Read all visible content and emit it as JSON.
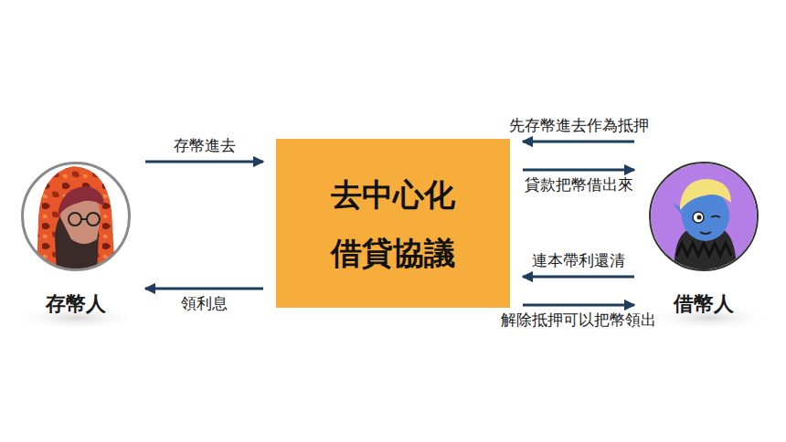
{
  "diagram": {
    "nodes": [
      {
        "text": [
          "存幣人"
        ]
      },
      {
        "text": [
          "去中心化 借貸協議"
        ]
      },
      {
        "text": [
          "借幣人"
        ]
      }
    ],
    "edges": [
      {
        "from": 0,
        "to": 1,
        "label": "存幣進去",
        "arrow": "to"
      },
      {
        "from": 1,
        "to": 0,
        "label": "領利息",
        "arrow": "to"
      },
      {
        "from": 2,
        "to": 1,
        "label": "先存幣進去作為抵押",
        "arrow": "to"
      },
      {
        "from": 1,
        "to": 2,
        "label": "貸款把幣借出來",
        "arrow": "to"
      },
      {
        "from": 2,
        "to": 1,
        "label": "連本帶利還清",
        "arrow": "to"
      },
      {
        "from": 1,
        "to": 2,
        "label": "解除抵押可以把幣領出",
        "arrow": "to"
      }
    ]
  }
}
